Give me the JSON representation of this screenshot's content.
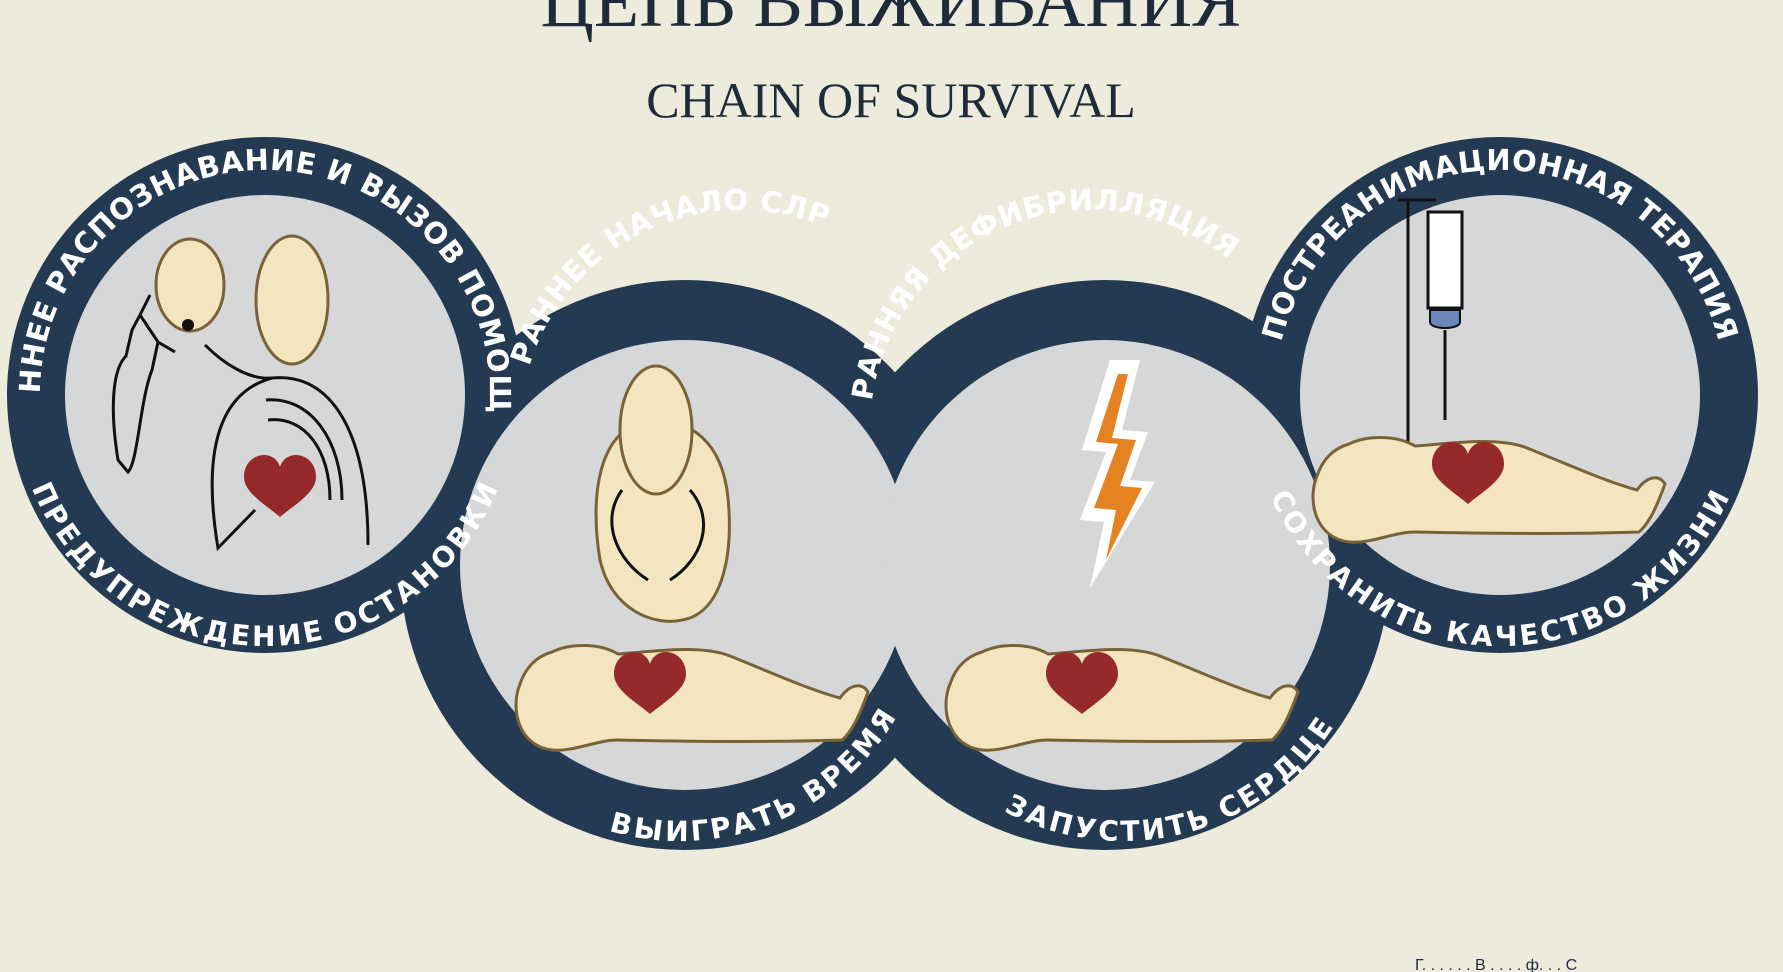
{
  "header": {
    "title": "ЦЕПЬ ВЫЖИВАНИЯ",
    "subtitle": "CHAIN OF SURVIVAL"
  },
  "links": [
    {
      "top_label": "РАННЕЕ РАСПОЗНАВАНИЕ И ВЫЗОВ ПОМОЩИ",
      "bottom_label": "ПРЕДУПРЕЖДЕНИЕ ОСТАНОВКИ",
      "icon": "phone-call-icon"
    },
    {
      "top_label": "РАННЕЕ НАЧАЛО СЛР",
      "bottom_label": "ВЫИГРАТЬ ВРЕМЯ",
      "icon": "chest-compression-icon"
    },
    {
      "top_label": "РАННЯЯ ДЕФИБРИЛЛЯЦИЯ",
      "bottom_label": "ЗАПУСТИТЬ СЕРДЦЕ",
      "icon": "lightning-icon"
    },
    {
      "top_label": "ПОСТРЕАНИМАЦИОННАЯ ТЕРАПИЯ",
      "bottom_label": "СОХРАНИТЬ КАЧЕСТВО ЖИЗНИ",
      "icon": "iv-drip-icon"
    }
  ],
  "footer": {
    "credit": "Г. . . . . . В . . . . ф. . . С"
  },
  "colors": {
    "background": "#ecebdc",
    "ring": "#243a52",
    "disc": "#d6d7d9",
    "skin": "#f3e5bf",
    "outline": "#7a6237",
    "heart": "#962a2b",
    "bolt": "#e58322",
    "syringe": "#6b86b8"
  }
}
